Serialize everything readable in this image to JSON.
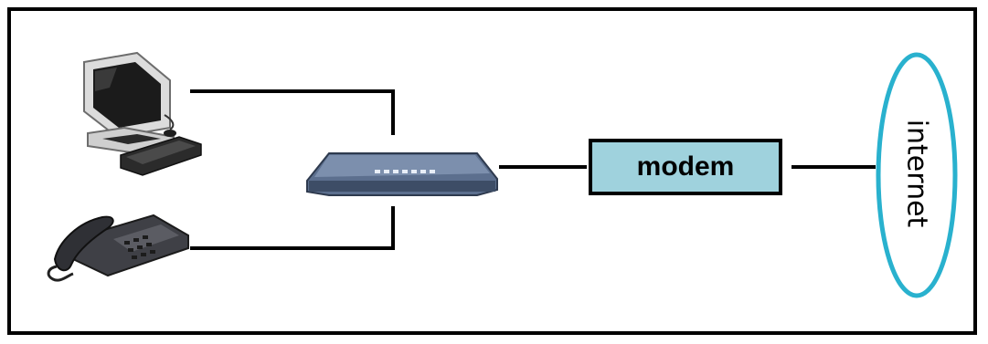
{
  "nodes": {
    "computer": {
      "icon": "desktop-computer-icon"
    },
    "phone": {
      "icon": "telephone-icon"
    },
    "router": {
      "icon": "router-icon"
    },
    "modem": {
      "label": "modem",
      "fill": "#9fd2dd"
    },
    "internet": {
      "label": "internet",
      "outline": "#29b1ce"
    }
  },
  "connections": [
    {
      "from": "computer",
      "to": "router"
    },
    {
      "from": "phone",
      "to": "router"
    },
    {
      "from": "router",
      "to": "modem"
    },
    {
      "from": "modem",
      "to": "internet"
    }
  ]
}
